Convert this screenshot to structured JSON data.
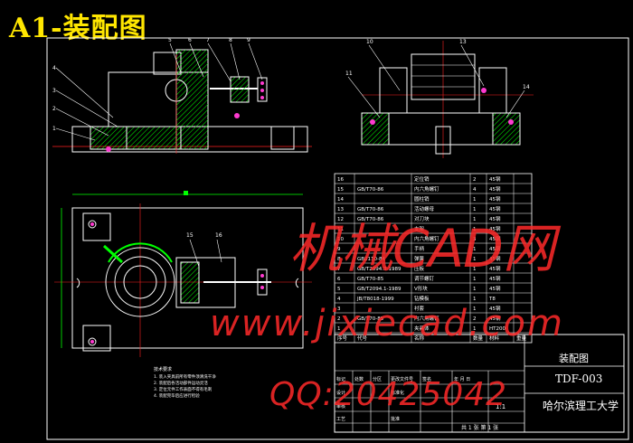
{
  "drawing": {
    "title": "A1-装配图",
    "top_view_labels": [
      "4",
      "3",
      "2",
      "1",
      "5",
      "6",
      "7",
      "8",
      "9"
    ],
    "side_view_labels": [
      "10",
      "13",
      "11",
      "14"
    ],
    "plan_view_labels": [
      "15",
      "16"
    ]
  },
  "bom": {
    "rows": [
      {
        "no": "16",
        "code": "",
        "name": "定位销",
        "qty": "2",
        "material": "45钢"
      },
      {
        "no": "15",
        "code": "GB/T70-86",
        "name": "内六角螺钉",
        "qty": "4",
        "material": "45钢"
      },
      {
        "no": "14",
        "code": "",
        "name": "圆柱销",
        "qty": "1",
        "material": "45钢"
      },
      {
        "no": "13",
        "code": "GB/T70-86",
        "name": "活动螺母",
        "qty": "1",
        "material": "45钢"
      },
      {
        "no": "12",
        "code": "GB/T70-86",
        "name": "对刀块",
        "qty": "1",
        "material": "45钢"
      },
      {
        "no": "11",
        "code": "",
        "name": "支架",
        "qty": "1",
        "material": "45钢"
      },
      {
        "no": "10",
        "code": "",
        "name": "内六角螺钉",
        "qty": "3",
        "material": "45钢"
      },
      {
        "no": "9",
        "code": "",
        "name": "手柄",
        "qty": "1",
        "material": "45钢"
      },
      {
        "no": "8",
        "code": "GB2110-84",
        "name": "弹簧",
        "qty": "1",
        "material": "45钢"
      },
      {
        "no": "7",
        "code": "GB/T2094.3-1989",
        "name": "压板",
        "qty": "1",
        "material": "45钢"
      },
      {
        "no": "6",
        "code": "GB/T70-85",
        "name": "调节螺钉",
        "qty": "1",
        "material": "45钢"
      },
      {
        "no": "5",
        "code": "GB/T2094.1-1989",
        "name": "V形块",
        "qty": "1",
        "material": "45钢"
      },
      {
        "no": "4",
        "code": "JB/T8018-1999",
        "name": "钻模板",
        "qty": "1",
        "material": "T8"
      },
      {
        "no": "3",
        "code": "",
        "name": "衬套",
        "qty": "1",
        "material": "45钢"
      },
      {
        "no": "2",
        "code": "GB/T70-85",
        "name": "内六角螺钉",
        "qty": "2",
        "material": "45钢"
      },
      {
        "no": "1",
        "code": "",
        "name": "夹具体",
        "qty": "1",
        "material": "HT200"
      }
    ],
    "header": {
      "no": "序号",
      "code": "代号",
      "name": "名称",
      "qty": "数量",
      "material": "材料",
      "weight": "重量"
    }
  },
  "title_block": {
    "drawing_name": "装配图",
    "drawing_no": "TDF-003",
    "school": "哈尔滨理工大学",
    "scale": "1:1",
    "sheet": "共 1 张   第 1 张",
    "labels": [
      "标记",
      "处数",
      "分区",
      "更改文件号",
      "签名",
      "年 月 日",
      "设计",
      "标准化",
      "审核",
      "工艺",
      "批准"
    ]
  },
  "notes": {
    "heading": "技术要求",
    "lines": [
      "1. 装入夹具前所有零件须清洗干净",
      "2. 装配后各活动部件运动灵活",
      "3. 定位元件工作表面不得有毛刺",
      "4. 装配完毕后应进行检验"
    ]
  },
  "watermark": {
    "line1": "机械CAD网",
    "line2": "www.jixiecad.com",
    "line3": "QQ:20425042"
  },
  "colors": {
    "background": "#000000",
    "outline": "#ffffff",
    "title": "#ffe600",
    "dimension": "#00ff00",
    "hatch": "#00ff00",
    "centerline": "#ff2020",
    "label": "#00ffff",
    "watermark": "#ff2a2a"
  }
}
